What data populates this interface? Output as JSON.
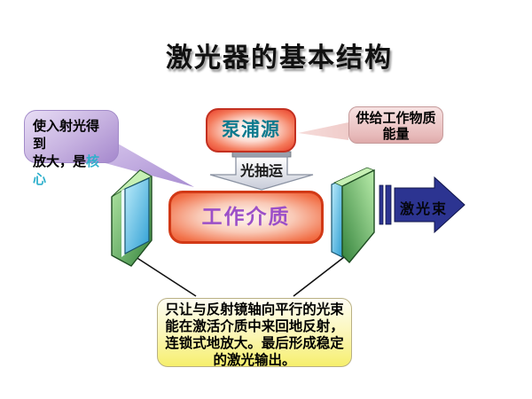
{
  "title": "激光器的基本结构",
  "callout_left": {
    "line1": "使入射光得到",
    "line2_prefix": "放大，是",
    "highlight": "核心"
  },
  "pump_box": {
    "label": "泵浦源"
  },
  "callout_right": {
    "line1": "供给工作物质",
    "line2": "能量"
  },
  "pump_arrow": {
    "label": "光抽运"
  },
  "medium_box": {
    "label": "工作介质"
  },
  "laser_arrow": {
    "label": "激光束"
  },
  "callout_bottom": {
    "lines": [
      "只让与反射镜轴向平行的光束",
      "能在激活介质中来回地反射，",
      "连锁式地放大。最后形成稳定",
      "的激光输出。"
    ]
  },
  "colors": {
    "pump_text": "#0d7a8e",
    "medium_text": "#9b4fc8",
    "highlight_text": "#2fb0cc",
    "box_border_red": "#d23916",
    "laser_arrow_navy": "#2c3491",
    "mirror_green": "#3a8a42",
    "mirror_cyan": "#2f9fd4",
    "callout_lavender": "#a588cd",
    "callout_pink": "#e7b9b9",
    "callout_yellow": "#f6ef6d"
  }
}
